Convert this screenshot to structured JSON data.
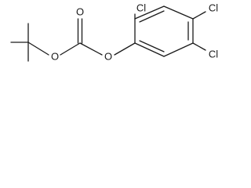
{
  "molecule": {
    "atoms": {
      "oxygen_carbonyl": "O",
      "oxygen_ester_left": "O",
      "oxygen_ester_right": "O",
      "chlorine_2": "Cl",
      "chlorine_4": "Cl",
      "chlorine_5": "Cl"
    }
  }
}
